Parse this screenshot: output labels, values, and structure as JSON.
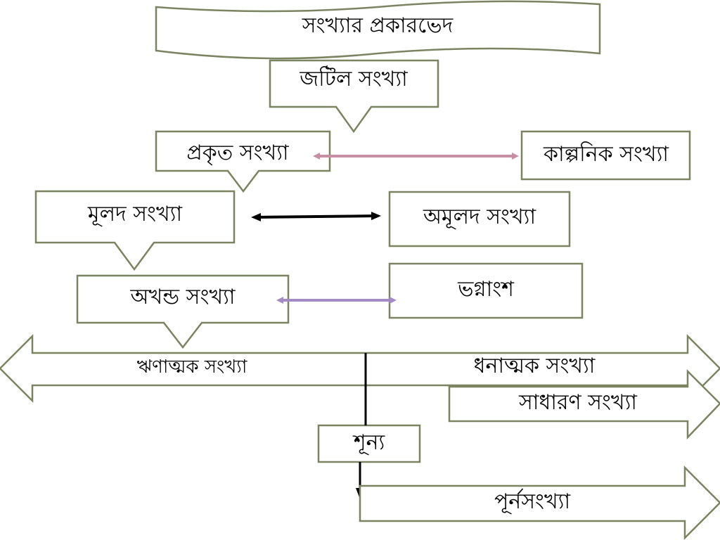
{
  "title": "সংখ্যার প্রকারভেদ",
  "nodes": {
    "complex": "জটিল সংখ্যা",
    "real": "প্রকৃত সংখ্যা",
    "imaginary": "কাল্পনিক সংখ্যা",
    "rational": "মূলদ সংখ্যা",
    "irrational": "অমূলদ সংখ্যা",
    "integer": "অখন্ড সংখ্যা",
    "fraction": "ভগ্নাংশ",
    "negative": "ঋণাত্মক সংখ্যা",
    "positive": "ধনাত্মক সংখ্যা",
    "natural": "সাধারণ সংখ্যা",
    "zero": "শূন্য",
    "whole": "পূর্নসংখ্যা"
  },
  "colors": {
    "border": "#7a8460",
    "pink_arrow": "#c88fa4",
    "black_arrow": "#000000",
    "purple_arrow": "#a58bc6"
  }
}
